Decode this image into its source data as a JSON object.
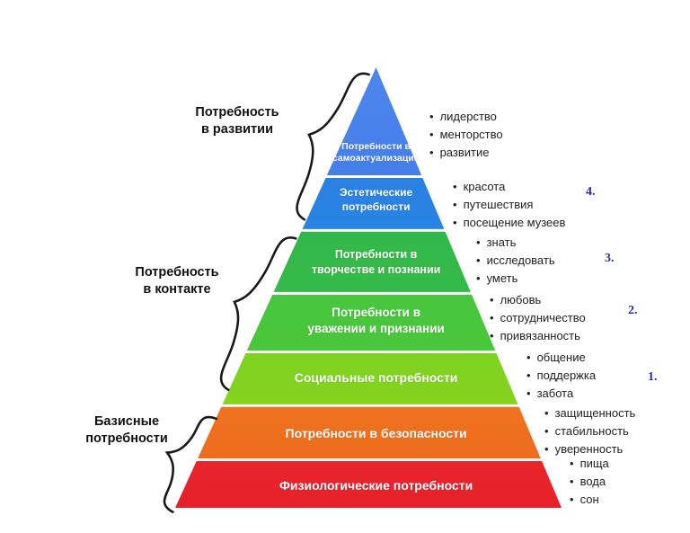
{
  "bullet_char": "•",
  "pyramid": {
    "levels": [
      {
        "label": "Потребности в\nсамоактуализации",
        "gradient": [
          "#4e86ee",
          "#2a66dd"
        ]
      },
      {
        "label": "Эстетические\nпотребности",
        "gradient": [
          "#2e77e2",
          "#1f9be6"
        ]
      },
      {
        "label": "Потребности в\nтворчестве и познании",
        "gradient": [
          "#2bb14d",
          "#3ec344"
        ]
      },
      {
        "label": "Потребности в\nуважении и признании",
        "gradient": [
          "#38bf4a",
          "#55cb33"
        ]
      },
      {
        "label": "Социальные потребности",
        "gradient": [
          "#52c92f",
          "#96d619"
        ]
      },
      {
        "label": "Потребности в безопасности",
        "gradient": [
          "#f59b2b",
          "#ec671c"
        ]
      },
      {
        "label": "Физиологические потребности",
        "gradient": [
          "#f24a3a",
          "#e7202a"
        ]
      }
    ]
  },
  "left_labels": [
    {
      "text": "Потребность\nв развитии"
    },
    {
      "text": "Потребность\nв контакте"
    },
    {
      "text": "Базисные\nпотребности"
    }
  ],
  "right_lists": [
    {
      "items": [
        "лидерство",
        "менторство",
        "развитие"
      ]
    },
    {
      "items": [
        "красота",
        "путешествия",
        "посещение музеев"
      ]
    },
    {
      "items": [
        "знать",
        "исследовать",
        "уметь"
      ]
    },
    {
      "items": [
        "любовь",
        "сотрудничество",
        "привязанность"
      ]
    },
    {
      "items": [
        "общение",
        "поддержка",
        "забота"
      ]
    },
    {
      "items": [
        "защищенность",
        "стабильность",
        "уверенность"
      ]
    },
    {
      "items": [
        "пища",
        "вода",
        "сон"
      ]
    }
  ],
  "side_numbers": [
    "4.",
    "3.",
    "2.",
    "1."
  ],
  "brace_color": "#1a1a1a"
}
